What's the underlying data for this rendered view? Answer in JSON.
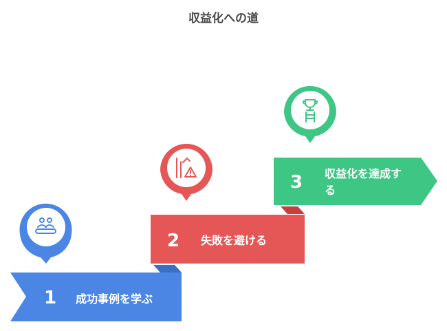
{
  "title": "収益化への道",
  "steps": [
    {
      "number": "1",
      "label": "成功事例を学ぶ",
      "color": "#4b86e4",
      "icon": "group-icon"
    },
    {
      "number": "2",
      "label": "失敗を避ける",
      "color": "#e55756",
      "icon": "warning-chart-icon"
    },
    {
      "number": "3",
      "label_line1": "収益化を達成す",
      "label_line2": "る",
      "color": "#3ec684",
      "icon": "trophy-ladder-icon"
    }
  ]
}
